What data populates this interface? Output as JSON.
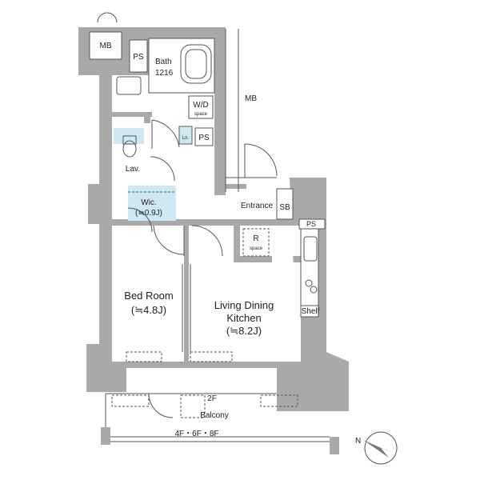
{
  "rooms": {
    "mb_top": "MB",
    "ps_top": "PS",
    "bath": "Bath",
    "bath_size": "1216",
    "wd": "W/D",
    "wd_sub": "space",
    "ps_mid": "PS",
    "ln": "Ln.",
    "lav": "Lav.",
    "mb_right": "MB",
    "wic": "Wic.",
    "wic_area": "(≒0.9J)",
    "entrance": "Entrance",
    "sb": "SB",
    "ps_right": "PS",
    "r": "R",
    "r_sub": "space",
    "shelf": "Shelf",
    "bedroom": "Bed Room",
    "bedroom_area": "(≒4.8J)",
    "ldk_line1": "Living Dining",
    "ldk_line2": "Kitchen",
    "ldk_area": "(≒8.2J)",
    "floor_2f": "2F",
    "balcony": "Balcony",
    "floors": "4F・6F・8F"
  },
  "compass": {
    "label": "N"
  },
  "colors": {
    "wall": "#a9a9a9",
    "closet": "#cfe9f3",
    "line": "#555555"
  }
}
